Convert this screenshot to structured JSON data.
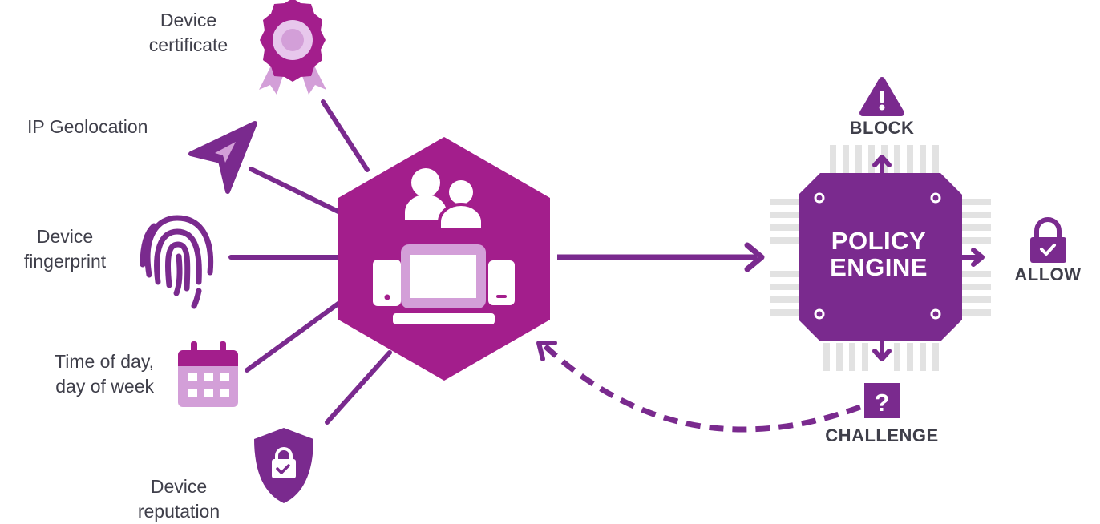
{
  "colors": {
    "magenta": "#a31e8c",
    "purple": "#7a2a8e",
    "light_purple": "#d39fd8",
    "pin_gray": "#e2e2e2",
    "text": "#3f3f4a"
  },
  "inputs": [
    {
      "icon": "certificate-icon",
      "line1": "Device",
      "line2": "certificate"
    },
    {
      "icon": "location-arrow-icon",
      "line1": "IP Geolocation"
    },
    {
      "icon": "fingerprint-icon",
      "line1": "Device",
      "line2": "fingerprint"
    },
    {
      "icon": "calendar-icon",
      "line1": "Time of day,",
      "line2": "day of week"
    },
    {
      "icon": "shield-lock-icon",
      "line1": "Device",
      "line2": "reputation"
    }
  ],
  "hub": {
    "icons": [
      "users-icon",
      "laptop-icon",
      "tablet-icon",
      "phone-icon"
    ]
  },
  "engine": {
    "line1": "POLICY",
    "line2": "ENGINE"
  },
  "outcomes": {
    "block": {
      "label": "BLOCK",
      "icon": "warning-icon"
    },
    "allow": {
      "label": "ALLOW",
      "icon": "padlock-check-icon"
    },
    "challenge": {
      "label": "CHALLENGE",
      "icon": "question-icon"
    }
  }
}
